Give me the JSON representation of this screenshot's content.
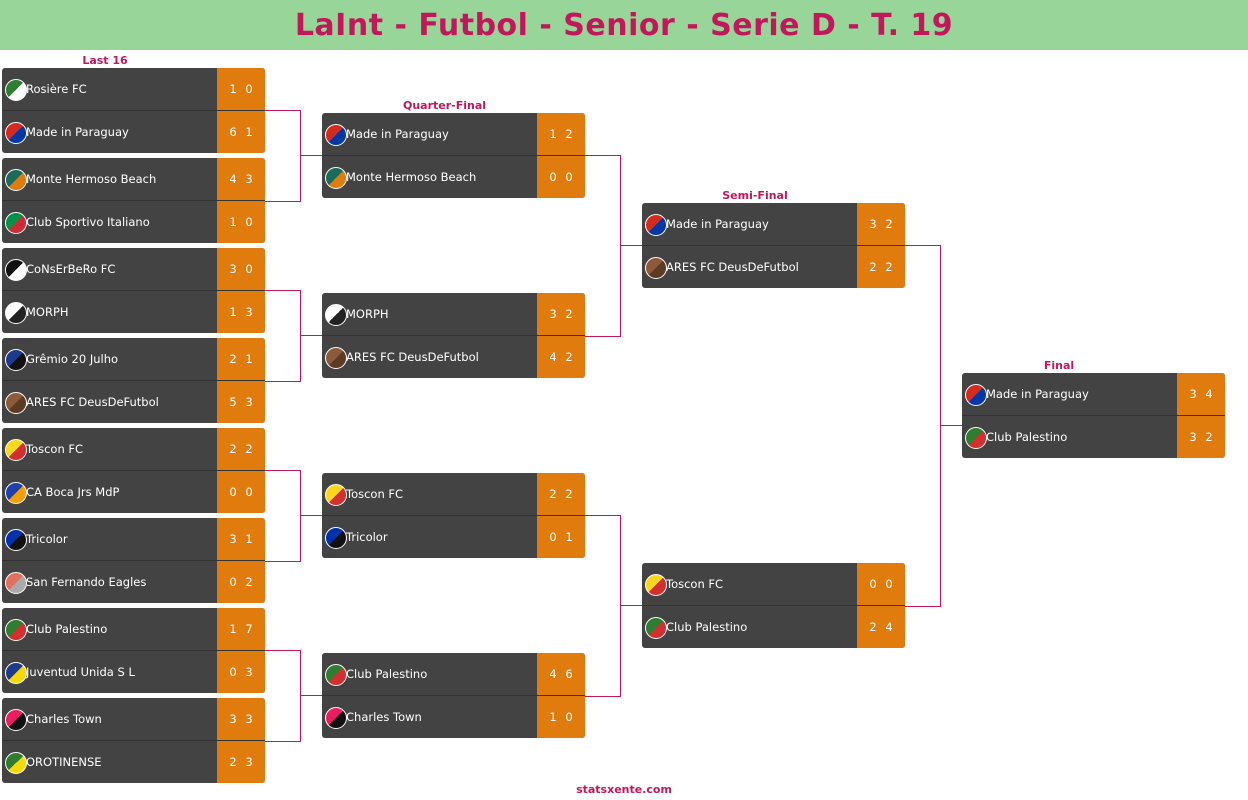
{
  "title": "LaInt - Futbol - Senior - Serie D - T. 19",
  "rounds": {
    "last16": "Last 16",
    "quarter": "Quarter-Final",
    "semi": "Semi-Final",
    "final": "Final"
  },
  "footer": "statsxente.com",
  "colors": {
    "header_bg": "#98d598",
    "accent": "#c2185b",
    "card_bg": "#434343",
    "score_bg": "#e07b0e"
  },
  "last16": [
    {
      "team1": "Rosière FC",
      "team1_scores": [
        "1",
        "0"
      ],
      "team1_logo": "rosiere-fc-shield-icon",
      "team2": "Made in Paraguay",
      "team2_scores": [
        "6",
        "1"
      ],
      "team2_logo": "paraguay-flag-icon"
    },
    {
      "team1": "Monte Hermoso Beach",
      "team1_scores": [
        "4",
        "3"
      ],
      "team1_logo": "monte-hermoso-shield-icon",
      "team2": "Club Sportivo Italiano",
      "team2_scores": [
        "1",
        "0"
      ],
      "team2_logo": "italy-flag-icon"
    },
    {
      "team1": "CoNsErBeRo FC",
      "team1_scores": [
        "3",
        "0"
      ],
      "team1_logo": "conserbero-crest-icon",
      "team2": "MORPH",
      "team2_scores": [
        "1",
        "3"
      ],
      "team2_logo": "morph-crest-icon"
    },
    {
      "team1": "Grêmio 20 Julho",
      "team1_scores": [
        "2",
        "1"
      ],
      "team1_logo": "gremio-crest-icon",
      "team2": "ARES FC DeusDeFutbol",
      "team2_scores": [
        "5",
        "3"
      ],
      "team2_logo": "ares-crest-icon"
    },
    {
      "team1": "Toscon FC",
      "team1_scores": [
        "2",
        "2"
      ],
      "team1_logo": "toscon-crest-icon",
      "team2": "CA Boca Jrs MdP",
      "team2_scores": [
        "0",
        "0"
      ],
      "team2_logo": "boca-crest-icon"
    },
    {
      "team1": "Tricolor",
      "team1_scores": [
        "3",
        "1"
      ],
      "team1_logo": "tricolor-crest-icon",
      "team2": "San Fernando Eagles",
      "team2_scores": [
        "0",
        "2"
      ],
      "team2_logo": "eagles-crest-icon"
    },
    {
      "team1": "Club Palestino",
      "team1_scores": [
        "1",
        "7"
      ],
      "team1_logo": "palestino-crest-icon",
      "team2": "Juventud Unida S L",
      "team2_scores": [
        "0",
        "3"
      ],
      "team2_logo": "juventud-crest-icon"
    },
    {
      "team1": "Charles Town",
      "team1_scores": [
        "3",
        "3"
      ],
      "team1_logo": "charles-town-crest-icon",
      "team2": "OROTINENSE",
      "team2_scores": [
        "2",
        "3"
      ],
      "team2_logo": "orotinense-crest-icon"
    }
  ],
  "quarter": [
    {
      "team1": "Made in Paraguay",
      "team1_scores": [
        "1",
        "2"
      ],
      "team1_logo": "paraguay-flag-icon",
      "team2": "Monte Hermoso Beach",
      "team2_scores": [
        "0",
        "0"
      ],
      "team2_logo": "monte-hermoso-shield-icon"
    },
    {
      "team1": "MORPH",
      "team1_scores": [
        "3",
        "2"
      ],
      "team1_logo": "morph-crest-icon",
      "team2": "ARES FC DeusDeFutbol",
      "team2_scores": [
        "4",
        "2"
      ],
      "team2_logo": "ares-crest-icon"
    },
    {
      "team1": "Toscon FC",
      "team1_scores": [
        "2",
        "2"
      ],
      "team1_logo": "toscon-crest-icon",
      "team2": "Tricolor",
      "team2_scores": [
        "0",
        "1"
      ],
      "team2_logo": "tricolor-crest-icon"
    },
    {
      "team1": "Club Palestino",
      "team1_scores": [
        "4",
        "6"
      ],
      "team1_logo": "palestino-crest-icon",
      "team2": "Charles Town",
      "team2_scores": [
        "1",
        "0"
      ],
      "team2_logo": "charles-town-crest-icon"
    }
  ],
  "semi": [
    {
      "team1": "Made in Paraguay",
      "team1_scores": [
        "3",
        "2"
      ],
      "team1_logo": "paraguay-flag-icon",
      "team2": "ARES FC DeusDeFutbol",
      "team2_scores": [
        "2",
        "2"
      ],
      "team2_logo": "ares-crest-icon"
    },
    {
      "team1": "Toscon FC",
      "team1_scores": [
        "0",
        "0"
      ],
      "team1_logo": "toscon-crest-icon",
      "team2": "Club Palestino",
      "team2_scores": [
        "2",
        "4"
      ],
      "team2_logo": "palestino-crest-icon"
    }
  ],
  "final": [
    {
      "team1": "Made in Paraguay",
      "team1_scores": [
        "3",
        "4"
      ],
      "team1_logo": "paraguay-flag-icon",
      "team2": "Club Palestino",
      "team2_scores": [
        "3",
        "2"
      ],
      "team2_logo": "palestino-crest-icon"
    }
  ]
}
